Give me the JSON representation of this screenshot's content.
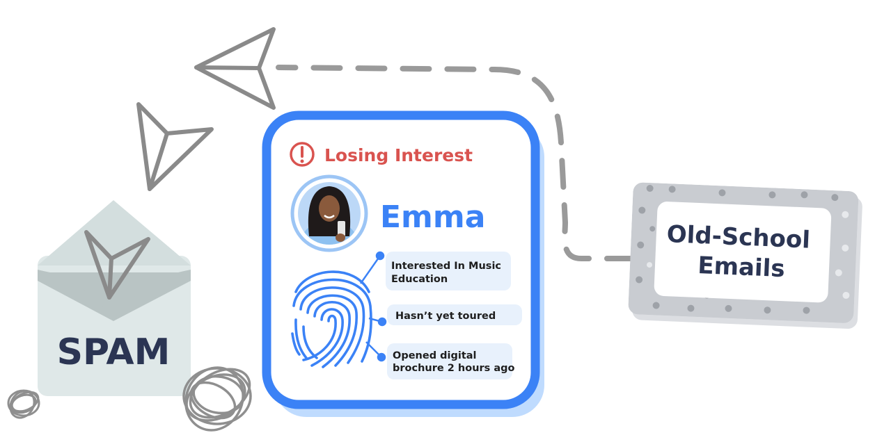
{
  "alert": {
    "label": "Losing Interest",
    "icon": "exclamation-circle-icon",
    "color": "#d9534f"
  },
  "profile": {
    "name": "Emma",
    "avatar": "avatar-photo",
    "name_color": "#3b82f6"
  },
  "insights": [
    {
      "lines": [
        "Interested In Music",
        "Education"
      ]
    },
    {
      "lines": [
        "Hasn’t yet toured"
      ]
    },
    {
      "lines": [
        "Opened digital",
        "brochure 2 hours ago"
      ]
    }
  ],
  "spam_envelope": {
    "label": "SPAM",
    "icon": "envelope-icon"
  },
  "old_school_card": {
    "lines": [
      "Old-School",
      "Emails"
    ]
  },
  "colors": {
    "card_border": "#3b82f6",
    "card_shadow": "#bfdbfe",
    "pill_bg": "#e8f1fc",
    "envelope": "#dfe8e8",
    "envelope_flap": "#b9c4c4",
    "navy_text": "#2b3553",
    "grey_card": "#c9ccd1",
    "dash": "#9a9a9a"
  }
}
